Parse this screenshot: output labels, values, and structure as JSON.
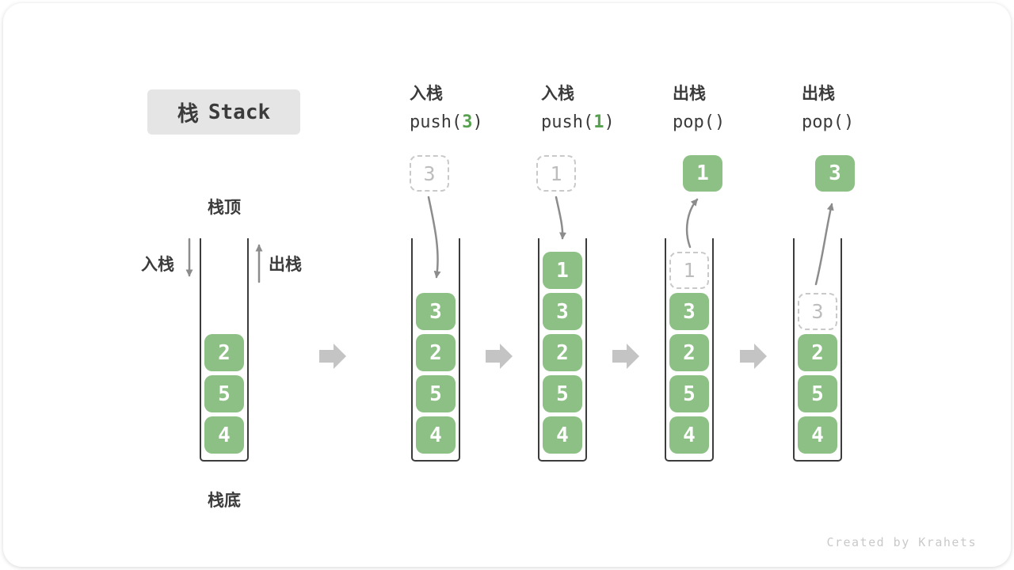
{
  "title": {
    "zh": "栈",
    "en": "Stack"
  },
  "stack_labels": {
    "top": "栈顶",
    "bottom": "栈底",
    "push": "入栈",
    "pop": "出栈"
  },
  "watermark": "Created by Krahets",
  "colors": {
    "item_green": "#8cc084",
    "code_arg_green": "#55a14e",
    "dark_text": "#3b3b3b",
    "container_border": "#3c3c3c",
    "curved_arrow_gray": "#8c8c8c",
    "block_arrow_gray": "#c4c4c4",
    "dashed_border": "#c9c9c9",
    "ghost_text": "#bdbdbd",
    "title_bg": "#e5e5e5",
    "watermark_gray": "#c9c9c9"
  },
  "stages": [
    {
      "cells": [
        "2",
        "5",
        "4"
      ]
    },
    {
      "label": "入栈",
      "code_pre": "push(",
      "code_arg": "3",
      "code_post": ")",
      "floating": "3",
      "floating_style": "dashed",
      "cells": [
        "3",
        "2",
        "5",
        "4"
      ]
    },
    {
      "label": "入栈",
      "code_pre": "push(",
      "code_arg": "1",
      "code_post": ")",
      "floating": "1",
      "floating_style": "dashed",
      "cells": [
        "1",
        "3",
        "2",
        "5",
        "4"
      ]
    },
    {
      "label": "出栈",
      "code_pre": "pop(",
      "code_arg": "",
      "code_post": ")",
      "floating": "1",
      "floating_style": "solid",
      "ghost": "1",
      "cells": [
        "3",
        "2",
        "5",
        "4"
      ]
    },
    {
      "label": "出栈",
      "code_pre": "pop(",
      "code_arg": "",
      "code_post": ")",
      "floating": "3",
      "floating_style": "solid",
      "ghost": "3",
      "cells": [
        "2",
        "5",
        "4"
      ]
    }
  ]
}
